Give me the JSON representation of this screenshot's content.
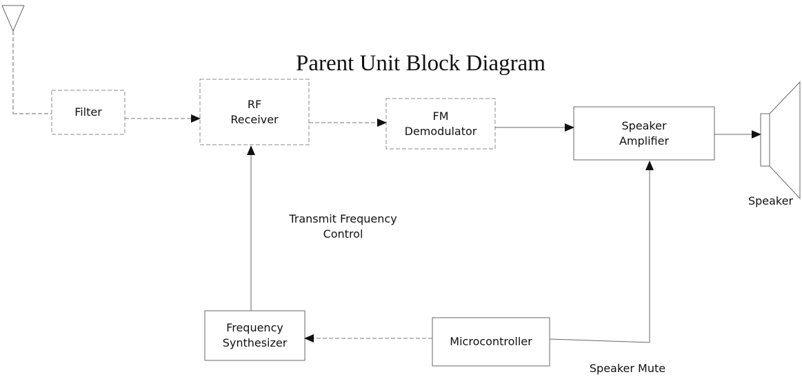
{
  "title": "Parent Unit Block Diagram",
  "blocks": {
    "filter": "Filter",
    "rf_receiver": "RF\nReceiver",
    "fm_demodulator": "FM\nDemodulator",
    "speaker_amplifier": "Speaker\nAmplifier",
    "frequency_synthesizer": "Frequency\nSynthesizer",
    "microcontroller": "Microcontroller"
  },
  "labels": {
    "speaker": "Speaker",
    "transmit_frequency_control": "Transmit Frequency\nControl",
    "speaker_mute": "Speaker Mute"
  },
  "icons": {
    "antenna": "antenna-icon",
    "speaker": "speaker-icon"
  }
}
